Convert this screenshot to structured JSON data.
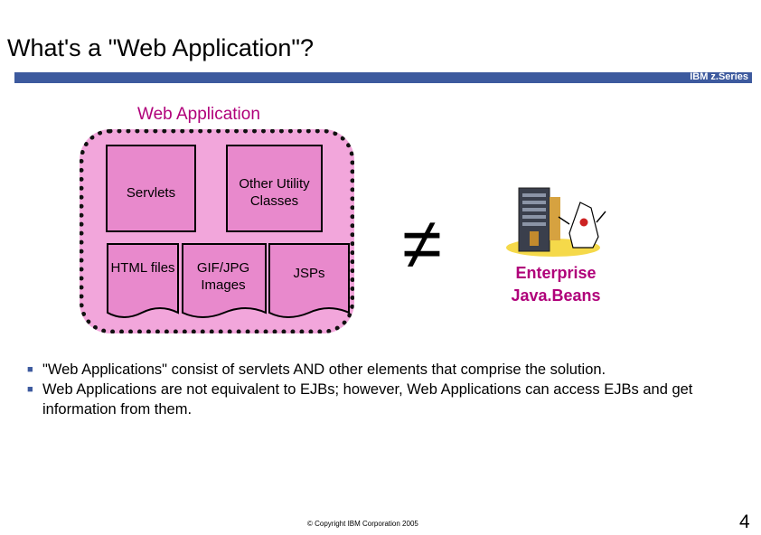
{
  "slide": {
    "title": "What's a \"Web Application\"?",
    "brand": "IBM z.Series"
  },
  "diagram": {
    "container_label": "Web Application",
    "servlets": "Servlets",
    "other_utility": "Other Utility Classes",
    "html_files": "HTML files",
    "gif_jpg": "GIF/JPG Images",
    "jsps": "JSPs",
    "not_equal": "≠",
    "ejb_label": "Enterprise Java.Beans"
  },
  "bullets": [
    "\"Web Applications\" consist of servlets AND other elements that comprise the solution.",
    "Web Applications are not equivalent to EJBs; however, Web Applications can access EJBs and get information from them."
  ],
  "footer": {
    "copyright": "© Copyright IBM Corporation 2005",
    "page_number": "4"
  }
}
